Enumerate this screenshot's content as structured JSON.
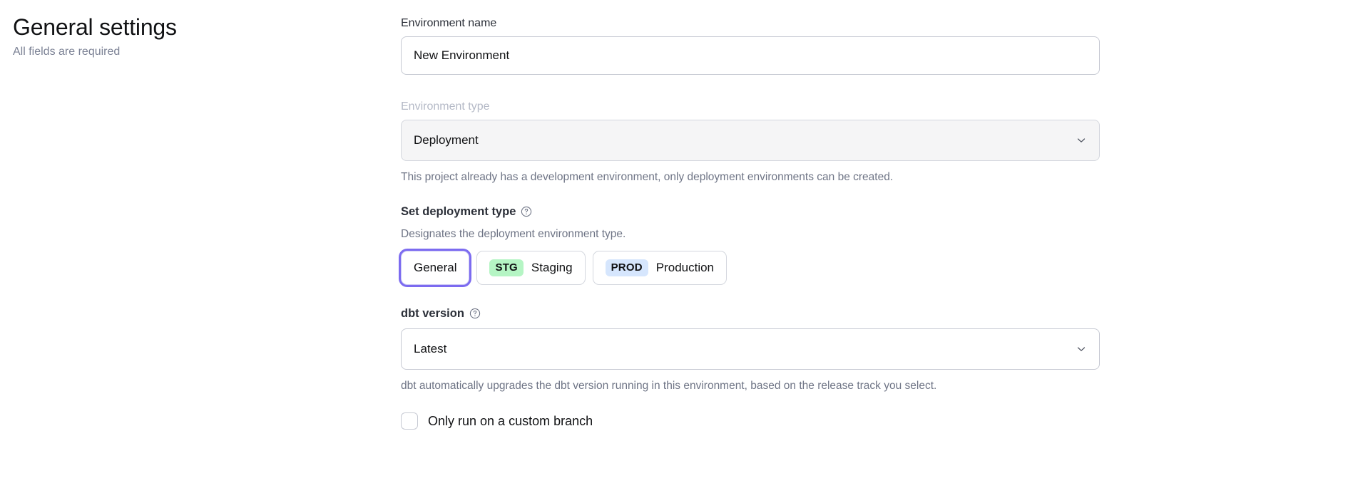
{
  "left": {
    "title": "General settings",
    "subtitle": "All fields are required"
  },
  "form": {
    "environment_name": {
      "label": "Environment name",
      "value": "New Environment",
      "placeholder": "Environment name"
    },
    "environment_type": {
      "label": "Environment type",
      "value": "Deployment",
      "disabled": true,
      "chevron_icon": "chevron-down-icon",
      "helper": "This project already has a development environment, only deployment environments can be created."
    },
    "deployment_type": {
      "label": "Set deployment type",
      "help_icon": "question-circle-icon",
      "description": "Designates the deployment environment type.",
      "options": [
        {
          "label": "General",
          "badge": "",
          "badge_color": "",
          "selected": true
        },
        {
          "label": "Staging",
          "badge": "STG",
          "badge_color": "#b5f5c4",
          "selected": false
        },
        {
          "label": "Production",
          "badge": "PROD",
          "badge_color": "#d6e6fd",
          "selected": false
        }
      ]
    },
    "dbt_version": {
      "label": "dbt version",
      "help_icon": "question-circle-icon",
      "value": "Latest",
      "chevron_icon": "chevron-down-icon",
      "helper": "dbt automatically upgrades the dbt version running in this environment, based on the release track you select."
    },
    "custom_branch": {
      "label": "Only run on a custom branch",
      "checked": false
    }
  },
  "colors": {
    "focus_ring": "#7c6bf0",
    "staging_badge": "#b5f5c4",
    "production_badge": "#d6e6fd",
    "disabled_bg": "#f5f5f6"
  }
}
